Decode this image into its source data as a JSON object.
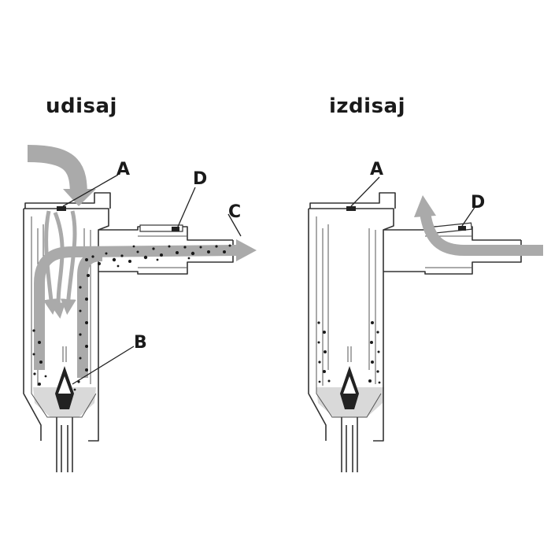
{
  "panels": {
    "left": {
      "title": "udisaj",
      "labels": {
        "a": "A",
        "b": "B",
        "c": "C",
        "d": "D"
      }
    },
    "right": {
      "title": "izdisaj",
      "labels": {
        "a": "A",
        "d": "D"
      }
    }
  },
  "colors": {
    "outline": "#333333",
    "flow_arrow": "#aaaaaa",
    "particles": "#1a1a1a",
    "liquid": "#d9d9d9"
  }
}
